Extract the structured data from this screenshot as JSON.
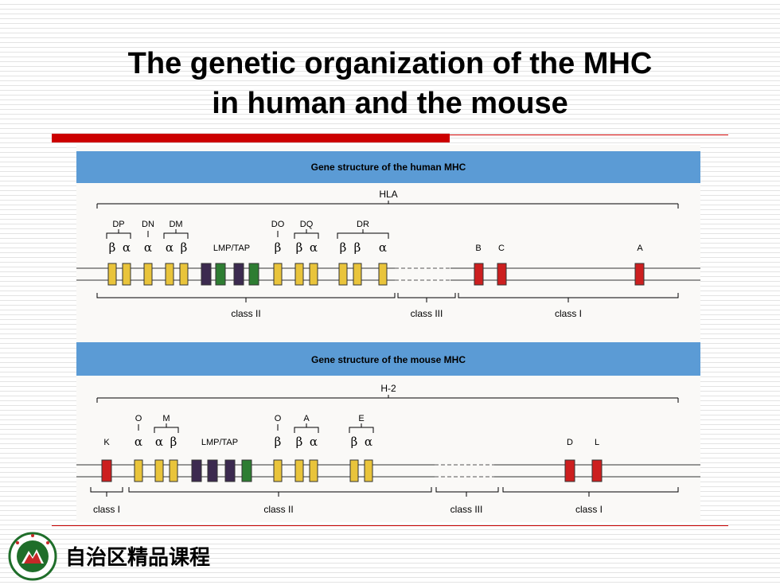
{
  "title": {
    "line1": "The genetic organization of the MHC",
    "line2": "in human and the mouse"
  },
  "human": {
    "header": "Gene structure  of  the  human  MHC",
    "complex": "HLA",
    "groups": {
      "dp": "DP",
      "dn": "DN",
      "dm": "DM",
      "do": "DO",
      "dq": "DQ",
      "dr": "DR"
    },
    "greek": [
      "β",
      "α",
      "α",
      "α",
      "β",
      "β",
      "β",
      "α",
      "β",
      "β",
      "α"
    ],
    "lmp": "LMP/TAP",
    "class1_genes": [
      "B",
      "C",
      "A"
    ],
    "classes": [
      "class II",
      "class III",
      "class I"
    ]
  },
  "mouse": {
    "header": "Gene  structure  of  the  mouse  MHC",
    "complex": "H-2",
    "groups": {
      "o1": "O",
      "m": "M",
      "o2": "O",
      "a": "A",
      "e": "E"
    },
    "k": "K",
    "greek": [
      "α",
      "α",
      "β",
      "β",
      "β",
      "α",
      "β",
      "α"
    ],
    "lmp": "LMP/TAP",
    "class1_genes": [
      "D",
      "L"
    ],
    "classes": [
      "class I",
      "class II",
      "class III",
      "class I"
    ]
  },
  "footer": "自治区精品课程",
  "colors": {
    "header_bg": "#5b9bd5",
    "gene_yellow": "#e9c43b",
    "gene_purple": "#3c2a4f",
    "gene_green": "#2e7d32",
    "gene_red": "#cc1f1f",
    "accent_red": "#cc0000"
  }
}
